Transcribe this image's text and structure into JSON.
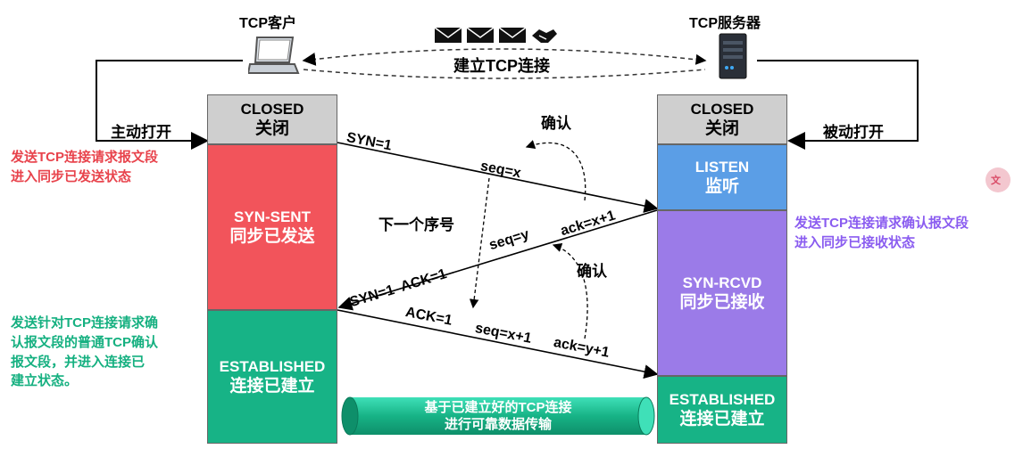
{
  "client": {
    "title": "TCP客户",
    "active_open": "主动打开"
  },
  "server": {
    "title": "TCP服务器",
    "passive_open": "被动打开"
  },
  "connection_label": "建立TCP连接",
  "client_states": {
    "closed": {
      "en": "CLOSED",
      "cn": "关闭"
    },
    "syn_sent": {
      "en": "SYN-SENT",
      "cn": "同步已发送"
    },
    "established": {
      "en": "ESTABLISHED",
      "cn": "连接已建立"
    }
  },
  "server_states": {
    "closed": {
      "en": "CLOSED",
      "cn": "关闭"
    },
    "listen": {
      "en": "LISTEN",
      "cn": "监听"
    },
    "syn_rcvd": {
      "en": "SYN-RCVD",
      "cn": "同步已接收"
    },
    "established": {
      "en": "ESTABLISHED",
      "cn": "连接已建立"
    }
  },
  "segments": {
    "syn": "SYN=1",
    "seq_x": "seq=x",
    "confirm1": "确认",
    "next_seq": "下一个序号",
    "ack_x1": "ack=x+1",
    "seq_y": "seq=y",
    "confirm2": "确认",
    "syn_ack": "SYN=1  ACK=1",
    "ack1": "ACK=1",
    "seq_x1": "seq=x+1",
    "ack_y1": "ack=y+1"
  },
  "notes": {
    "client_syn_line1": "发送TCP连接请求报文段",
    "client_syn_line2": "进入同步已发送状态",
    "server_line1": "发送TCP连接请求确认报文段",
    "server_line2": "进入同步已接收状态",
    "client_ack_line1": "发送针对TCP连接请求确",
    "client_ack_line2": "认报文段的普通TCP确认",
    "client_ack_line3": "报文段，并进入连接已",
    "client_ack_line4": "建立状态。"
  },
  "pipe": {
    "line1": "基于已建立好的TCP连接",
    "line2": "进行可靠数据传输"
  },
  "colors": {
    "closed": "#cfcfcf",
    "syn_sent": "#f2545b",
    "established": "#17b386",
    "listen": "#5b9ee6",
    "syn_rcvd": "#9b7be8",
    "note_red": "#e8434c",
    "note_purple": "#8a5cf0",
    "note_green": "#15b080"
  },
  "icons": [
    "laptop-icon",
    "server-icon",
    "envelope-icon",
    "handshake-icon",
    "translate-icon"
  ]
}
